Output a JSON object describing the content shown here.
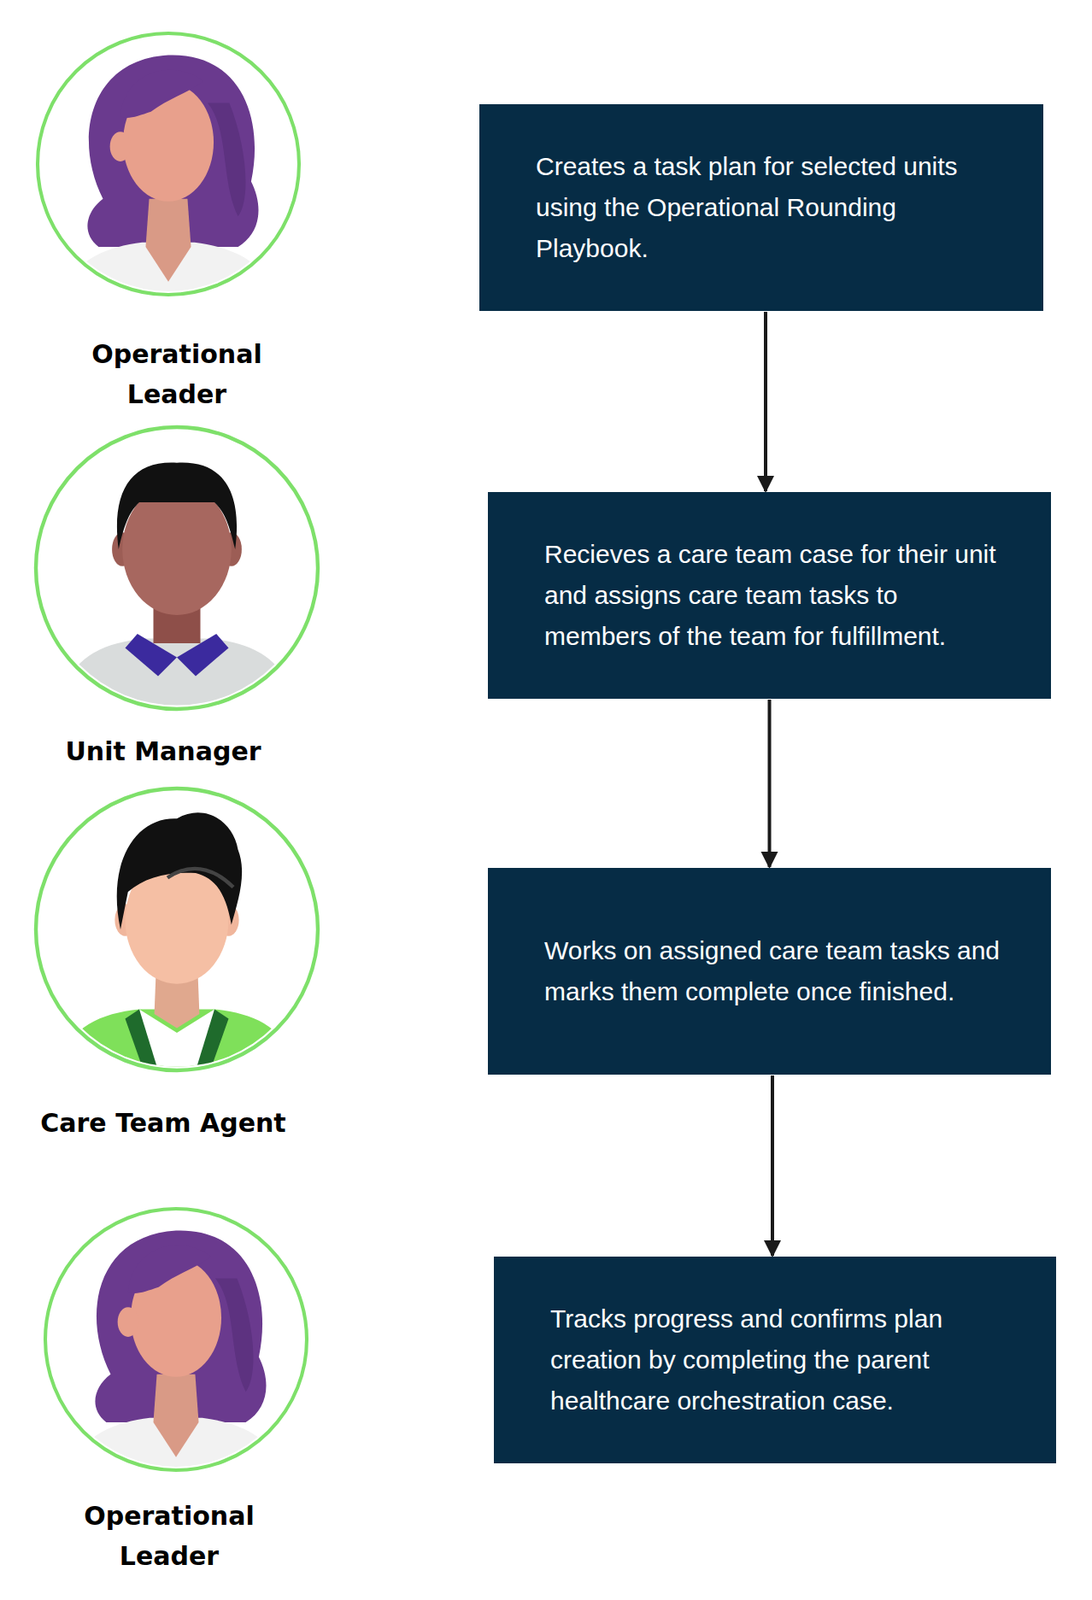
{
  "diagram": {
    "nodes": [
      {
        "text": [
          "Creates a task plan for selected units using the Operational Rounding Playbook."
        ]
      },
      {
        "text": [
          "Recieves a care team case for their unit and assigns care team tasks to members of the team for fulfillment."
        ]
      },
      {
        "text": [
          "Works on assigned care team tasks and marks them complete once finished."
        ]
      },
      {
        "text": [
          "Tracks progress and confirms plan creation by completing the parent healthcare orchestration case."
        ]
      }
    ],
    "edges": [
      {
        "from": 0,
        "to": 1,
        "arrow": "to"
      },
      {
        "from": 1,
        "to": 2,
        "arrow": "to"
      },
      {
        "from": 2,
        "to": 3,
        "arrow": "to"
      }
    ],
    "labels": [
      "Operational Leader",
      "Unit Manager",
      "Care Team Agent",
      "Operational Leader"
    ]
  }
}
